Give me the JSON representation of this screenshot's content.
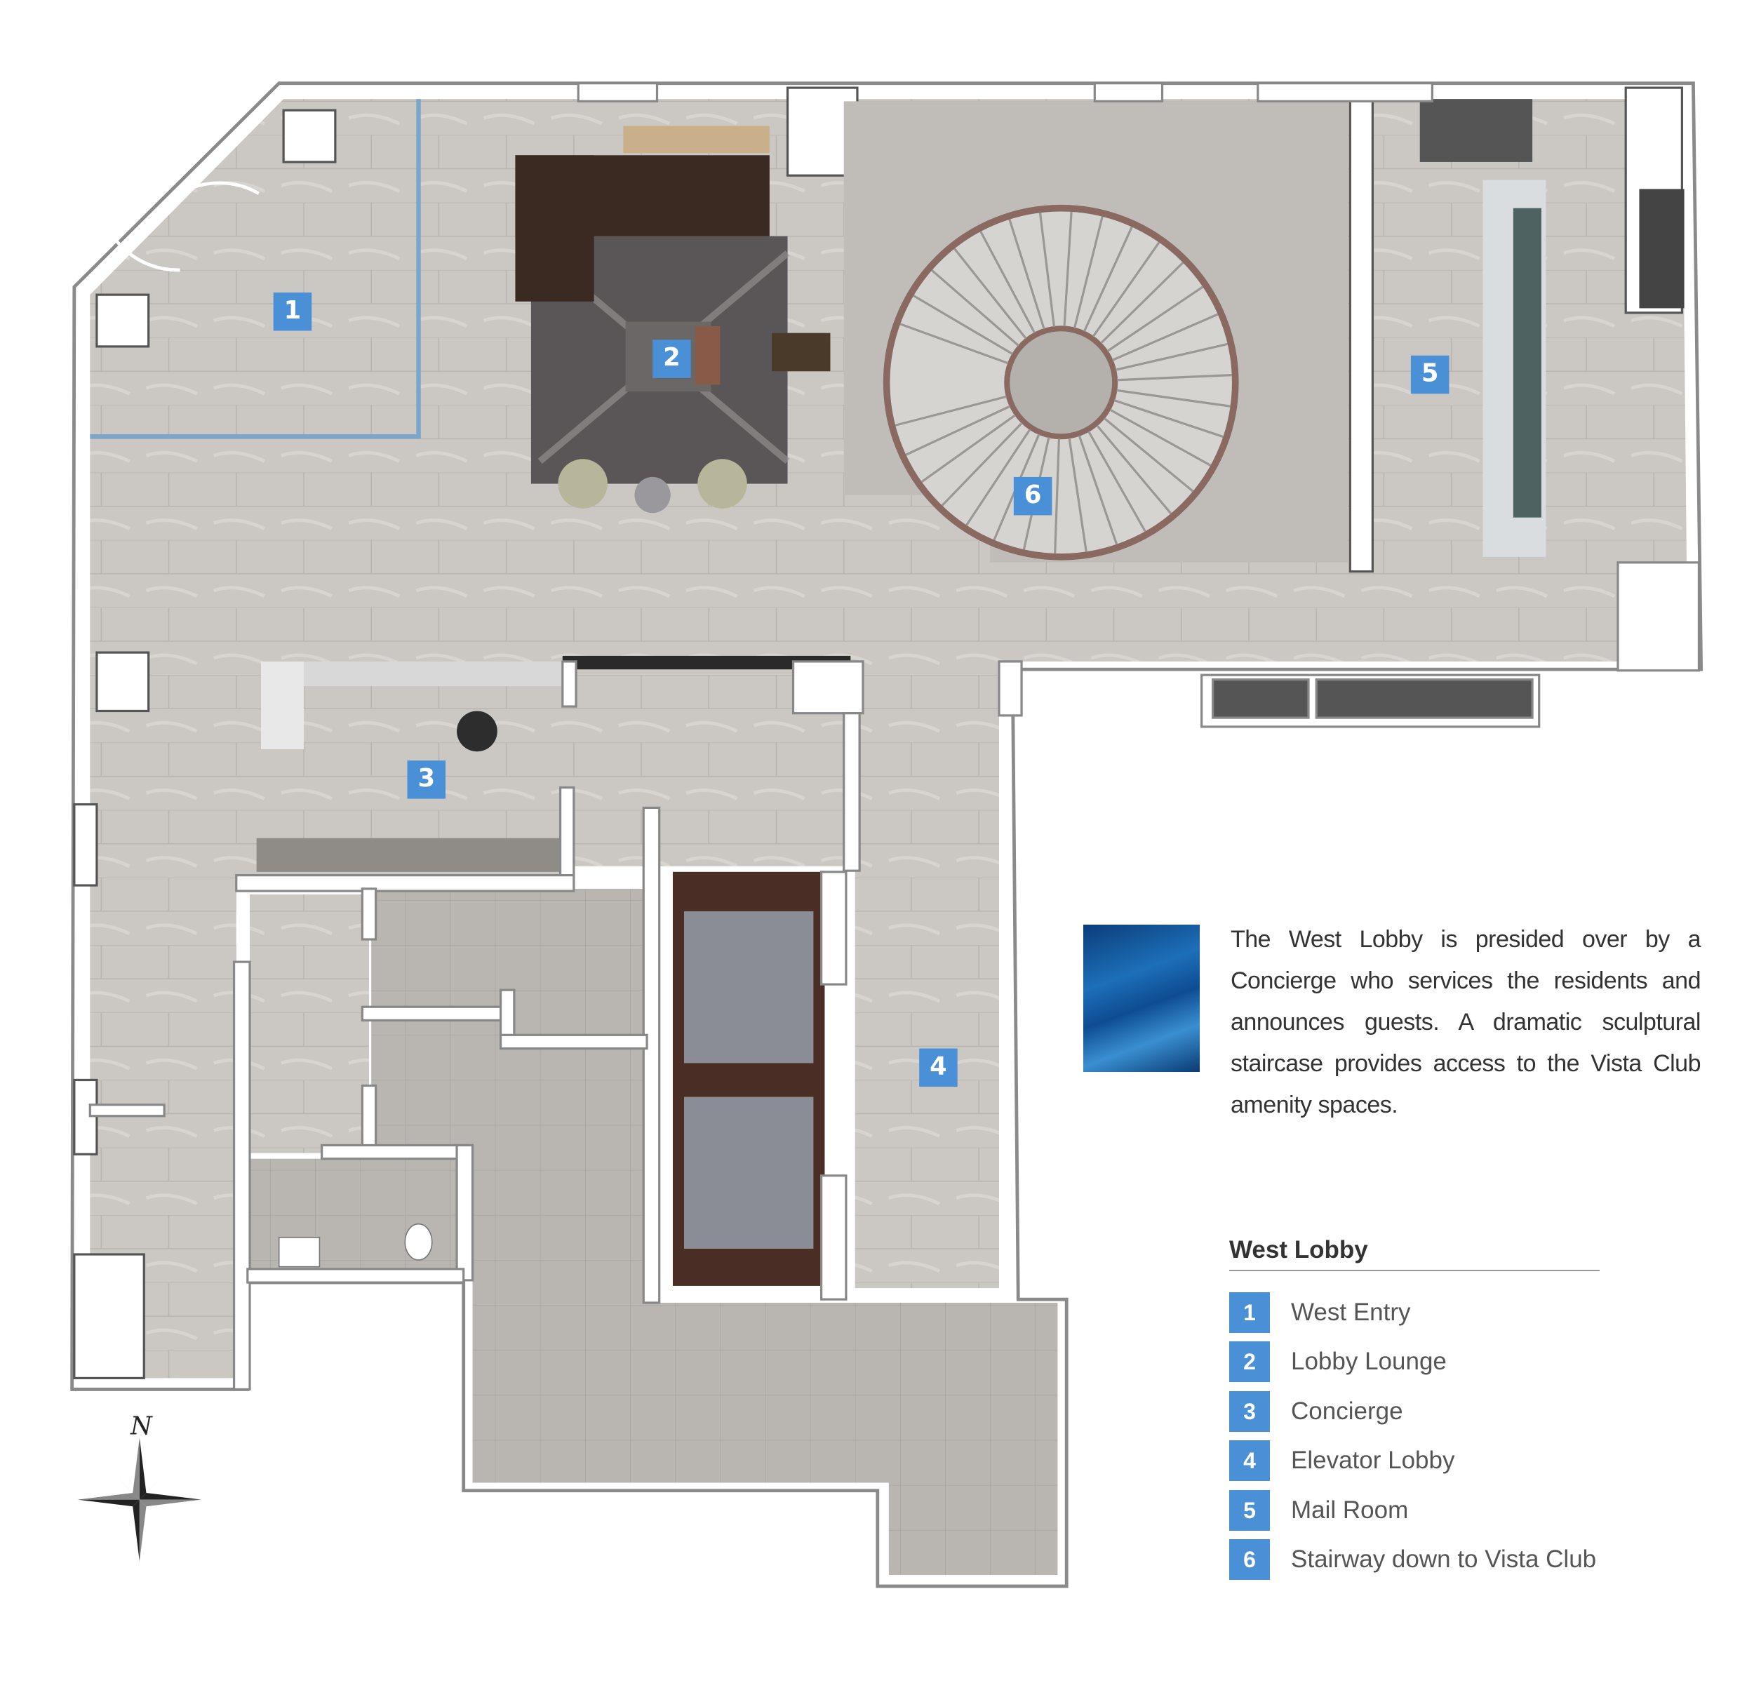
{
  "compass": {
    "north_label": "N"
  },
  "plan_markers": [
    "1",
    "2",
    "3",
    "4",
    "5",
    "6"
  ],
  "description": "The West Lobby is presided over by a Concierge who services the residents and announces guests. A dramatic sculptural staircase provides access to the Vista Club amenity spaces.",
  "legend": {
    "title": "West Lobby",
    "items": [
      {
        "number": "1",
        "label": "West Entry"
      },
      {
        "number": "2",
        "label": "Lobby Lounge"
      },
      {
        "number": "3",
        "label": "Concierge"
      },
      {
        "number": "4",
        "label": "Elevator Lobby"
      },
      {
        "number": "5",
        "label": "Mail Room"
      },
      {
        "number": "6",
        "label": "Stairway down to Vista Club"
      }
    ]
  },
  "colors": {
    "marker_blue": "#4a90d6",
    "floor_stone": "#c9c6c1",
    "floor_tile": "#b5b2ad",
    "wall": "#ffffff",
    "rug": "#5a5658",
    "sofa": "#3b2a22",
    "elevator_frame": "#4a2d24",
    "elevator_glass": "#8a8d95"
  }
}
